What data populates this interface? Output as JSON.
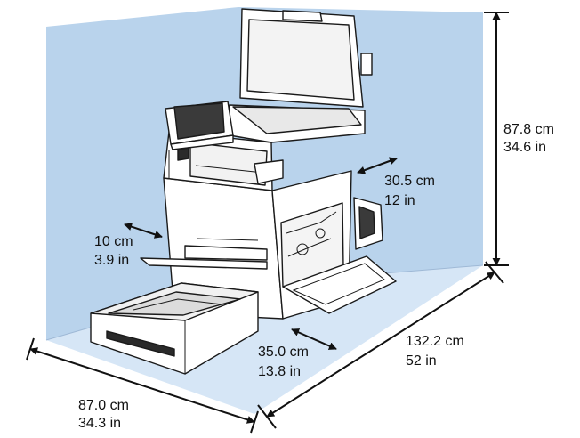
{
  "colors": {
    "background": "#ffffff",
    "wall": "#b9d3ec",
    "floor": "#d6e6f6",
    "line": "#111111",
    "device_body": "#ffffff",
    "device_dark": "#2a2a2a"
  },
  "icons": {
    "dimension_arrow": "double-headed-arrow",
    "printer": "multifunction-printer-line-art"
  },
  "dimensions": {
    "height": {
      "metric": "87.8 cm",
      "imperial": "34.6 in"
    },
    "right_clearance": {
      "metric": "30.5 cm",
      "imperial": "12 in"
    },
    "left_clearance": {
      "metric": "10 cm",
      "imperial": "3.9 in"
    },
    "front_clearance": {
      "metric": "35.0 cm",
      "imperial": "13.8 in"
    },
    "total_depth": {
      "metric": "132.2 cm",
      "imperial": "52 in"
    },
    "total_width": {
      "metric": "87.0 cm",
      "imperial": "34.3 in"
    }
  }
}
